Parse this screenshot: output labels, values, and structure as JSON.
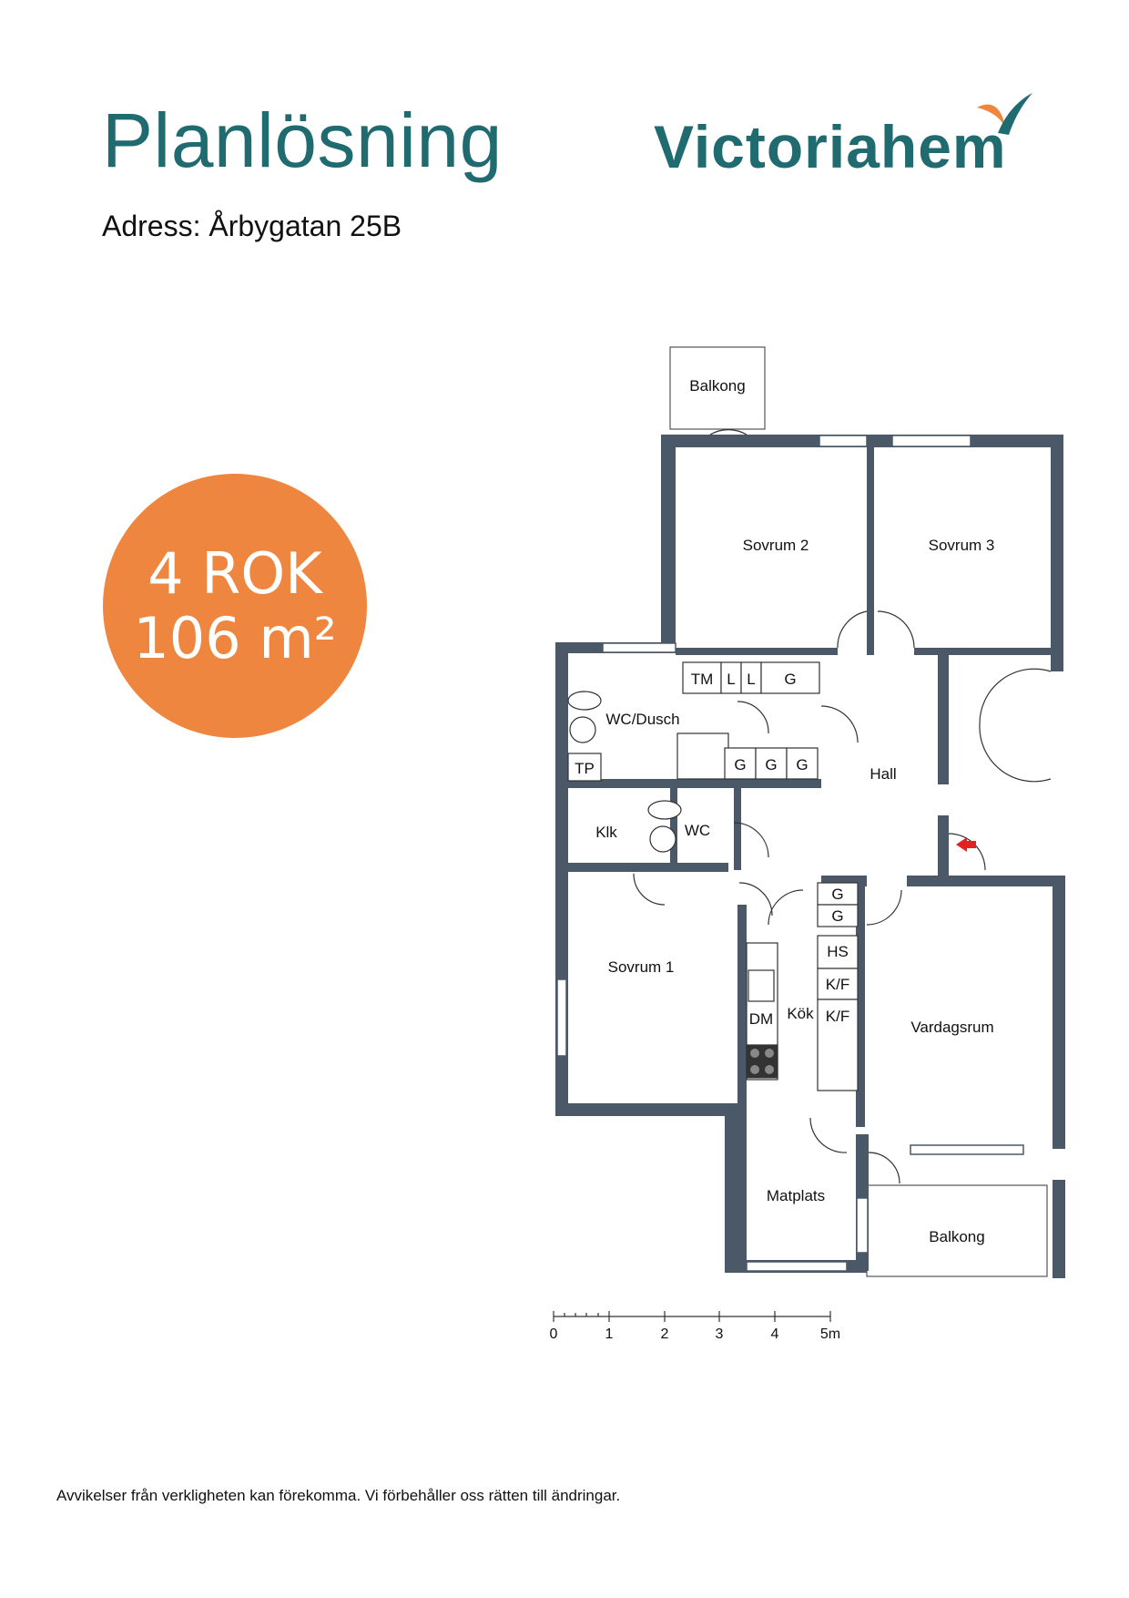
{
  "header": {
    "title": "Planlösning",
    "address": "Adress: Årbygatan 25B"
  },
  "logo": {
    "text": "Victoriahem",
    "colors": {
      "teal": "#1f6b70",
      "orange": "#ee8640"
    }
  },
  "badge": {
    "rooms": "4 ROK",
    "area": "106 m²",
    "color": "#ee8640"
  },
  "plan": {
    "rooms": {
      "balkong_top": "Balkong",
      "sovrum2": "Sovrum 2",
      "sovrum3": "Sovrum 3",
      "wc_dusch": "WC/Dusch",
      "tm": "TM",
      "l1": "L",
      "l2": "L",
      "g_top": "G",
      "tp": "TP",
      "g1": "G",
      "g2": "G",
      "g3": "G",
      "hall": "Hall",
      "klk": "Klk",
      "wc": "WC",
      "sovrum1": "Sovrum 1",
      "g4": "G",
      "g5": "G",
      "hs": "HS",
      "kf1": "K/F",
      "kf2": "K/F",
      "dm": "DM",
      "kok": "Kök",
      "vardagsrum": "Vardagsrum",
      "matplats": "Matplats",
      "balkong_bottom": "Balkong"
    },
    "wall_color": "#4b5868",
    "entrance_arrow_color": "#e32222",
    "scale": {
      "ticks": [
        "0",
        "1",
        "2",
        "3",
        "4",
        "5m"
      ]
    }
  },
  "footer": {
    "disclaimer": "Avvikelser från verkligheten kan förekomma. Vi förbehåller oss rätten till ändringar."
  }
}
